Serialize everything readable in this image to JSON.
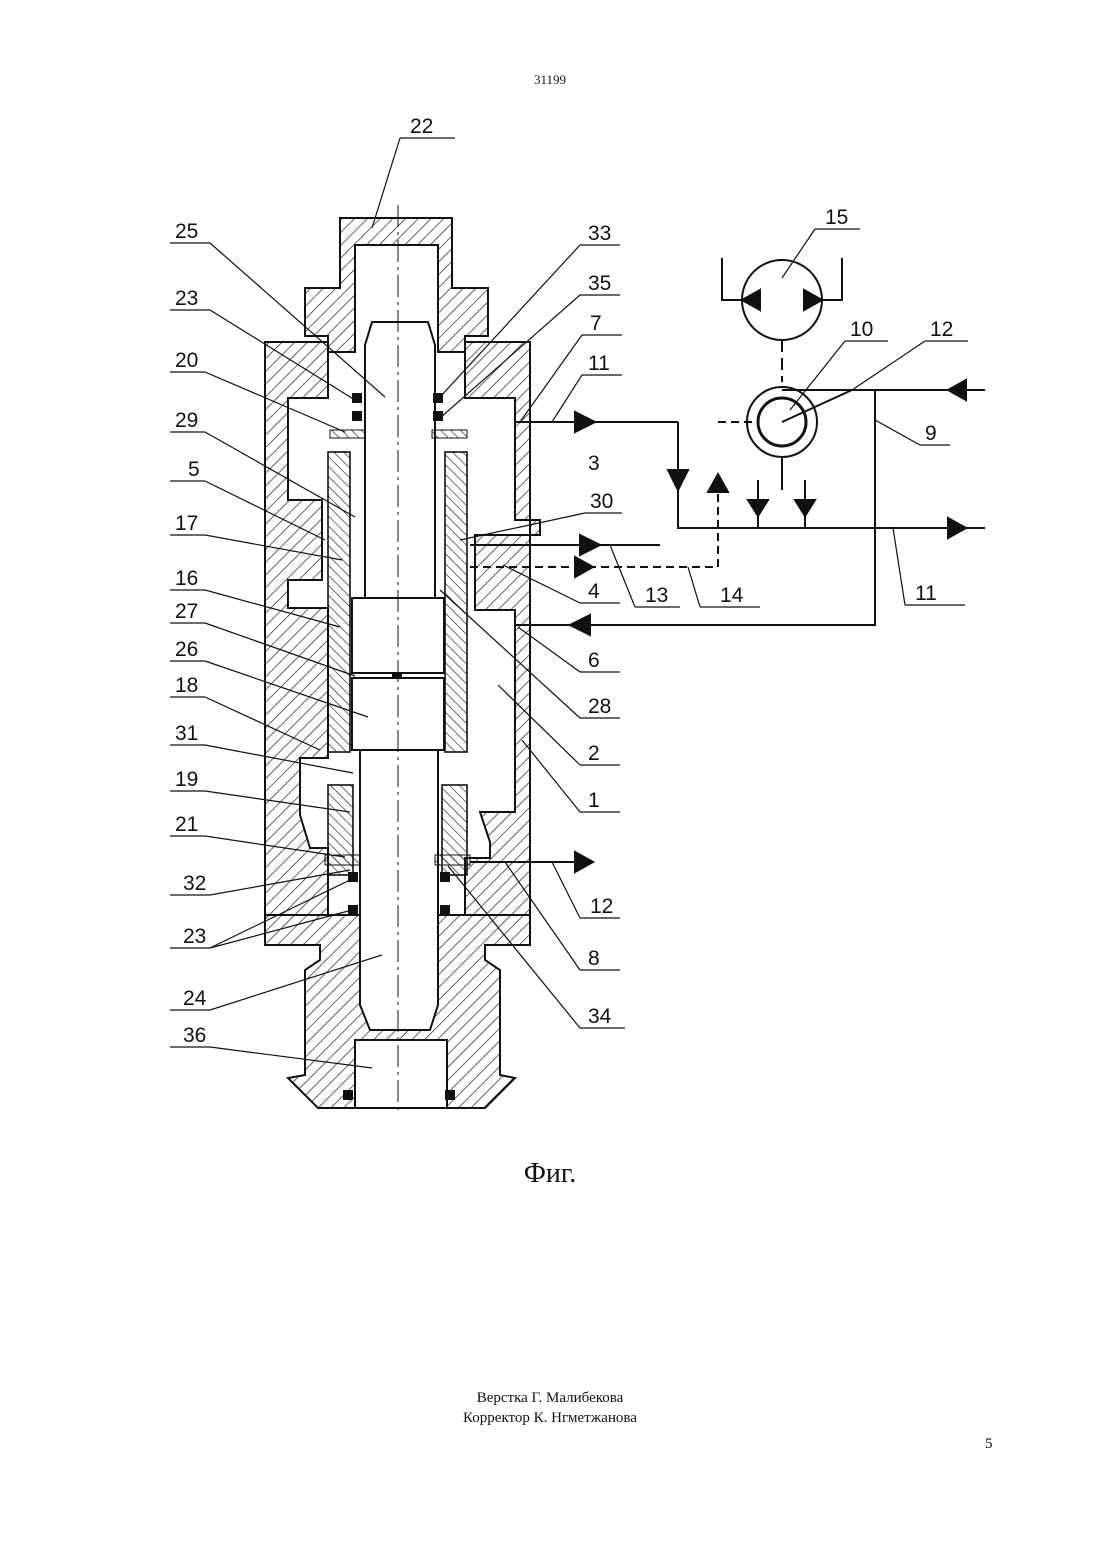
{
  "header": {
    "document_number": "31199"
  },
  "figure": {
    "caption": "Фиг.",
    "labels": {
      "l1": "1",
      "l2": "2",
      "l3": "3",
      "l4": "4",
      "l5": "5",
      "l6": "6",
      "l7": "7",
      "l8": "8",
      "l9": "9",
      "l10": "10",
      "l11a": "11",
      "l11b": "11",
      "l12a": "12",
      "l12b": "12",
      "l13": "13",
      "l14": "14",
      "l15": "15",
      "l16": "16",
      "l17": "17",
      "l18": "18",
      "l19": "19",
      "l20": "20",
      "l21": "21",
      "l22": "22",
      "l23a": "23",
      "l23b": "23",
      "l24": "24",
      "l25": "25",
      "l26": "26",
      "l27": "27",
      "l28": "28",
      "l29": "29",
      "l30": "30",
      "l31": "31",
      "l32": "32",
      "l33": "33",
      "l34": "34",
      "l35": "35",
      "l36": "36"
    }
  },
  "footer": {
    "layout_credit": "Верстка Г. Малибекова",
    "proof_credit": "Корректор К. Нгметжанова",
    "page_number": "5"
  }
}
